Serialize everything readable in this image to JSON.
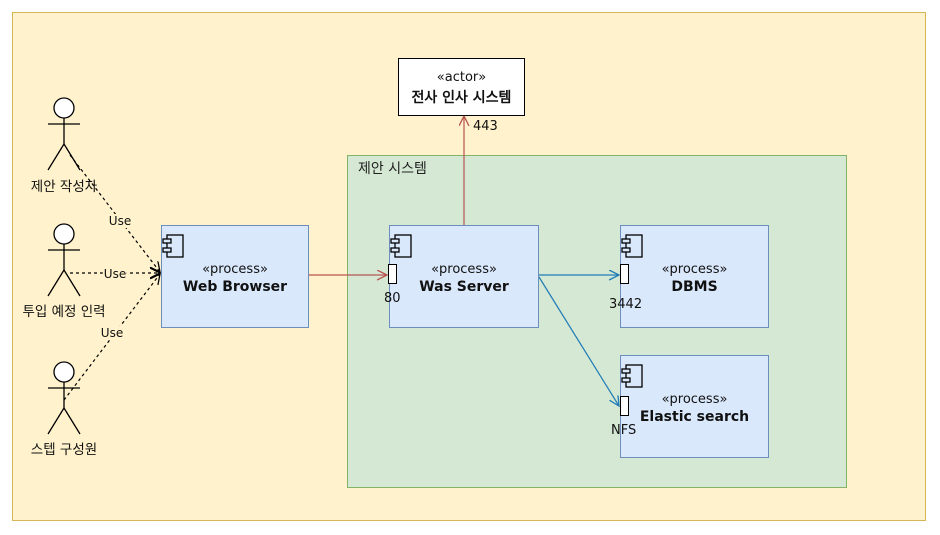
{
  "external_actor": {
    "stereotype": "«actor»",
    "name": "전사 인사 시스템"
  },
  "subsystem": {
    "label": "제안 시스템"
  },
  "components": {
    "web_browser": {
      "stereotype": "«process»",
      "name": "Web Browser"
    },
    "was_server": {
      "stereotype": "«process»",
      "name": "Was Server"
    },
    "dbms": {
      "stereotype": "«process»",
      "name": "DBMS"
    },
    "elastic": {
      "stereotype": "«process»",
      "name": "Elastic search"
    }
  },
  "ports": {
    "was": "80",
    "dbms": "3442",
    "elastic": "NFS",
    "hr": "443"
  },
  "actors": [
    {
      "label": "제안 작성자"
    },
    {
      "label": "투입 예정 인력"
    },
    {
      "label": "스텝 구성원"
    }
  ],
  "use_label": "Use",
  "colors": {
    "frame_fill": "#fff2cc",
    "frame_border": "#d6b656",
    "subsystem_fill": "#d5e8d4",
    "subsystem_border": "#82b366",
    "component_fill": "#dae8fc",
    "component_border": "#6c8ebf",
    "red_edge": "#b85450",
    "blue_edge": "#1f7bb6"
  }
}
